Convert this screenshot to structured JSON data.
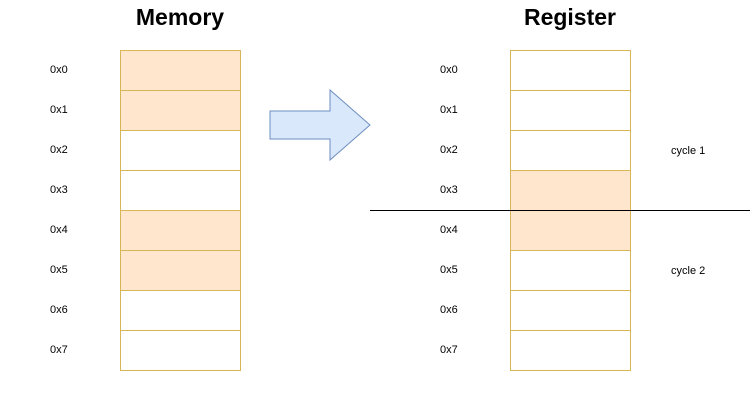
{
  "memory": {
    "title": "Memory",
    "addresses": [
      "0x0",
      "0x1",
      "0x2",
      "0x3",
      "0x4",
      "0x5",
      "0x6",
      "0x7"
    ],
    "highlighted": [
      true,
      true,
      false,
      false,
      true,
      true,
      false,
      false
    ]
  },
  "register": {
    "title": "Register",
    "addresses": [
      "0x0",
      "0x1",
      "0x2",
      "0x3",
      "0x4",
      "0x5",
      "0x6",
      "0x7"
    ],
    "highlighted": [
      false,
      false,
      false,
      true,
      true,
      false,
      false,
      false
    ]
  },
  "cycles": [
    "cycle 1",
    "cycle 2"
  ],
  "colors": {
    "highlight_fill": "#ffe6cc",
    "cell_border": "#d6b656",
    "arrow_fill": "#dae8fc",
    "arrow_stroke": "#6c8ebf"
  }
}
